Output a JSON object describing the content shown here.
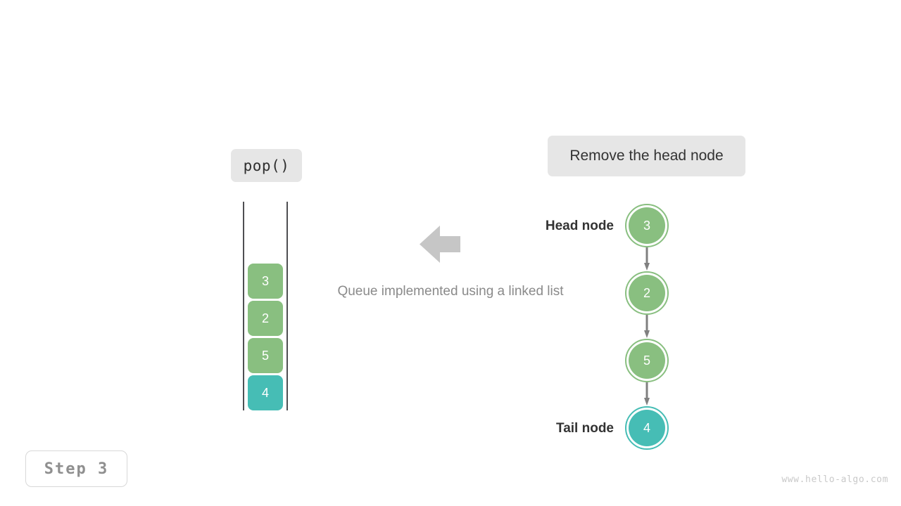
{
  "operation_chip": {
    "label": "pop()"
  },
  "action_chip": {
    "label": "Remove the head node"
  },
  "caption": {
    "text": "Queue implemented using a linked list"
  },
  "step_badge": {
    "label": "Step 3"
  },
  "watermark": {
    "text": "www.hello-algo.com"
  },
  "colors": {
    "green": "#89bf80",
    "teal": "#46bdb5",
    "chip_background": "#e6e6e6",
    "arrow_gray": "#c6c6c6",
    "connector_gray": "#808080",
    "rail_gray": "#4e4e52",
    "caption_gray": "#8a8a8a",
    "step_text_gray": "#8f8f8f",
    "watermark_gray": "#c9c9c9"
  },
  "queue": {
    "title": "queue-column",
    "boxes": [
      {
        "value": "3",
        "color": "green"
      },
      {
        "value": "2",
        "color": "green"
      },
      {
        "value": "5",
        "color": "green"
      },
      {
        "value": "4",
        "color": "teal"
      }
    ]
  },
  "flow_arrow": {
    "direction": "left"
  },
  "linked_list": {
    "head_label": "Head node",
    "tail_label": "Tail node",
    "nodes": [
      {
        "value": "3",
        "color": "green",
        "role": "head"
      },
      {
        "value": "2",
        "color": "green",
        "role": "middle"
      },
      {
        "value": "5",
        "color": "green",
        "role": "middle"
      },
      {
        "value": "4",
        "color": "teal",
        "role": "tail"
      }
    ]
  }
}
